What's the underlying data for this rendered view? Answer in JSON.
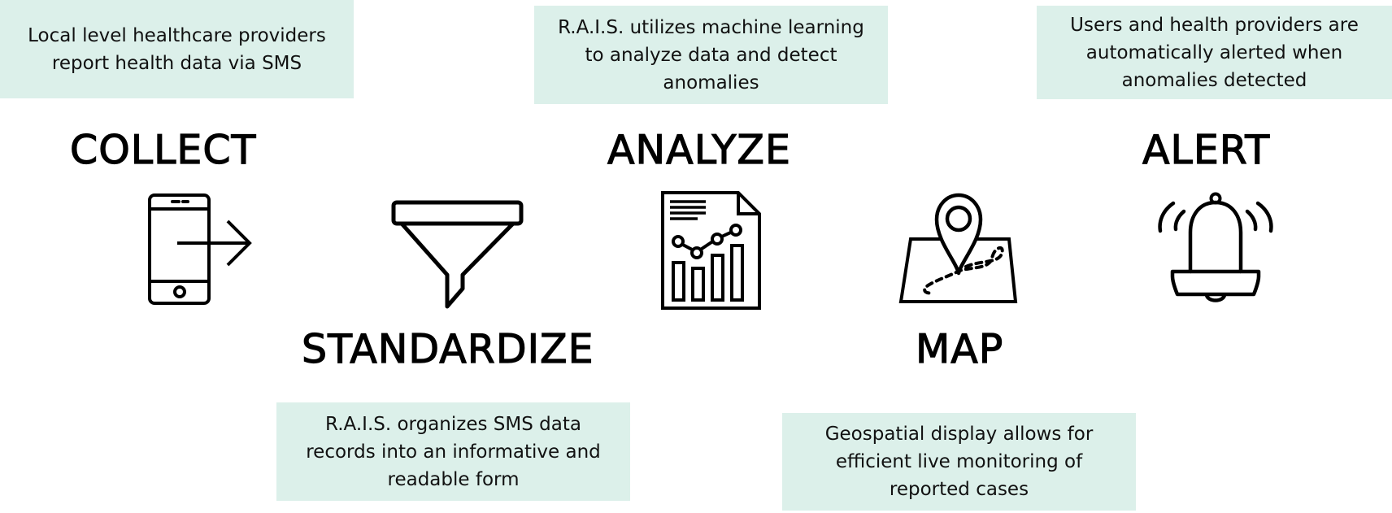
{
  "steps": {
    "collect": {
      "title": "COLLECT",
      "description": "Local level healthcare providers report health data via SMS",
      "icon": "phone-send-icon"
    },
    "standardize": {
      "title": "STANDARDIZE",
      "description": "R.A.I.S. organizes SMS data records into an informative and readable form",
      "icon": "funnel-icon"
    },
    "analyze": {
      "title": "ANALYZE",
      "description": "R.A.I.S. utilizes machine learning to analyze data and detect anomalies",
      "icon": "report-chart-icon"
    },
    "map": {
      "title": "MAP",
      "description": "Geospatial display allows for efficient live monitoring of reported cases",
      "icon": "map-pin-icon"
    },
    "alert": {
      "title": "ALERT",
      "description": "Users and health providers are automatically alerted when anomalies detected",
      "icon": "alarm-bell-icon"
    }
  },
  "colors": {
    "box_fill": "#dcf0ea",
    "text": "#000000",
    "icon_stroke": "#000000"
  }
}
